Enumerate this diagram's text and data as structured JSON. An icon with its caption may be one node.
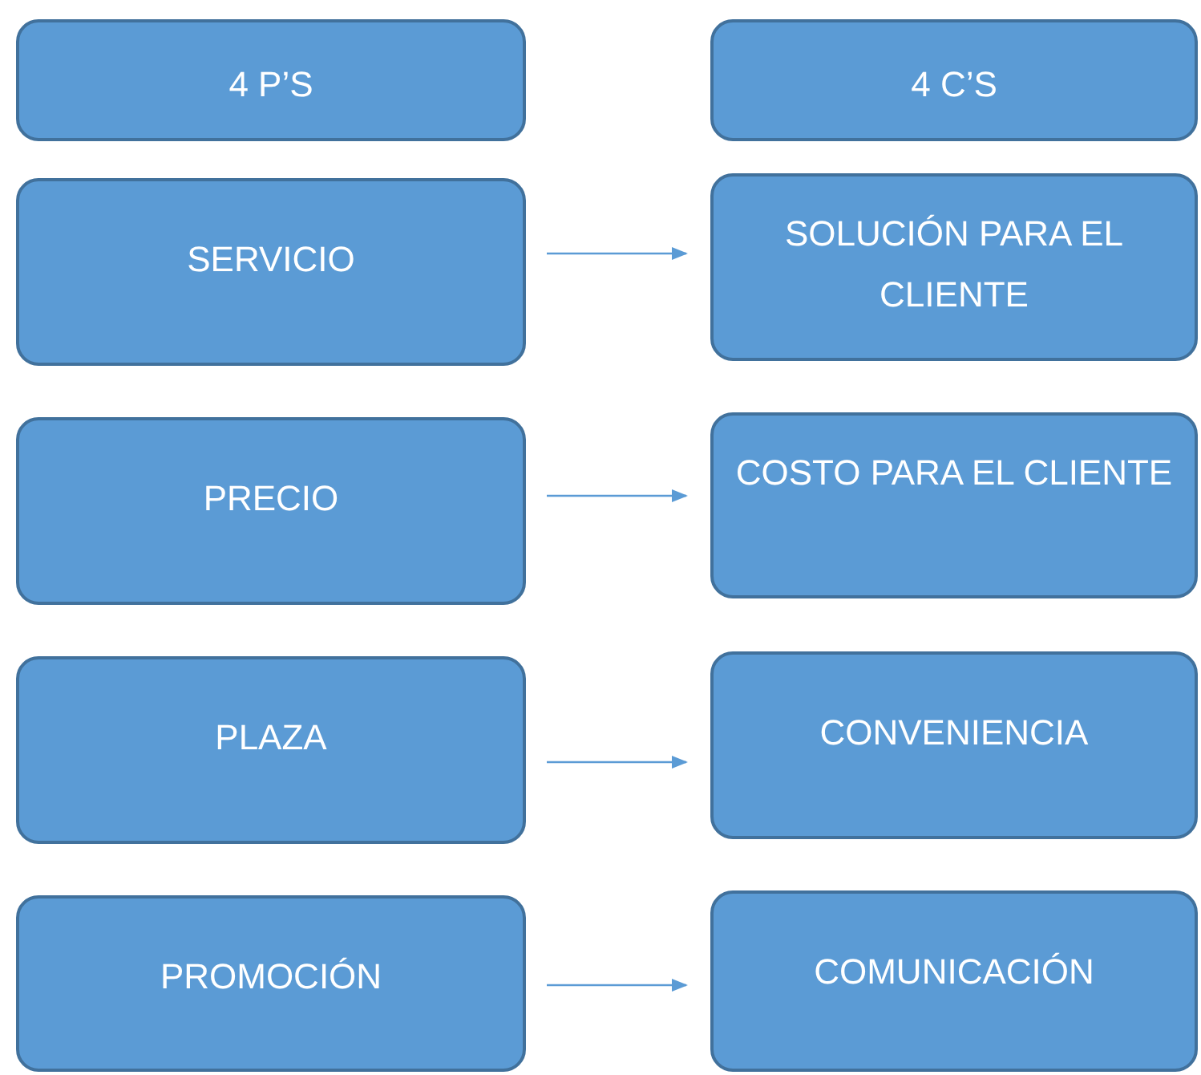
{
  "diagram": {
    "nodes": [
      {
        "text": [
          "4 P’S"
        ]
      },
      {
        "text": [
          "4 C’S"
        ]
      },
      {
        "text": [
          "SERVICIO"
        ]
      },
      {
        "text": [
          "SOLUCIÓN PARA EL CLIENTE"
        ]
      },
      {
        "text": [
          "PRECIO"
        ]
      },
      {
        "text": [
          "COSTO PARA EL CLIENTE"
        ]
      },
      {
        "text": [
          "PLAZA"
        ]
      },
      {
        "text": [
          "CONVENIENCIA"
        ]
      },
      {
        "text": [
          "PROMOCIÓN"
        ]
      },
      {
        "text": [
          "COMUNICACIÓN"
        ]
      }
    ],
    "edges": [
      {
        "from": 2,
        "to": 3,
        "arrow": "to"
      },
      {
        "from": 4,
        "to": 5,
        "arrow": "to"
      },
      {
        "from": 6,
        "to": 7,
        "arrow": "to"
      },
      {
        "from": 8,
        "to": 9,
        "arrow": "to"
      }
    ]
  }
}
